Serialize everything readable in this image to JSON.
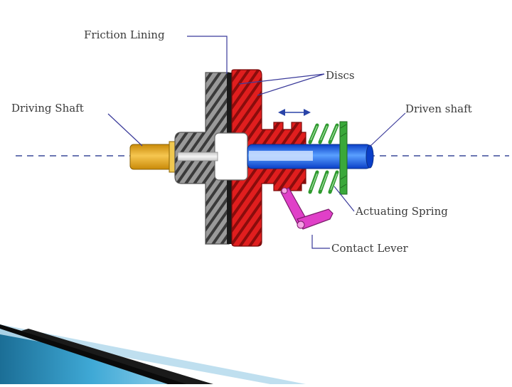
{
  "labels": {
    "friction_lining": "Friction Lining",
    "discs": "Discs",
    "driving_shaft": "Driving Shaft",
    "driven_shaft": "Driven shaft",
    "actuating_spring": "Actuating Spring",
    "contact_lever": "Contact Lever"
  },
  "colors": {
    "driving_shaft": "#e0a418",
    "driven_shaft": "#1e6ff0",
    "disc_red": "#d81a1a",
    "disc_grey": "#8a8a8a",
    "spring": "#3aa83a",
    "lever": "#e040c8",
    "arrow": "#2a44a8",
    "label_text": "#3a3a3a"
  },
  "icons": {
    "direction_arrow": "double-headed-arrow-icon"
  }
}
